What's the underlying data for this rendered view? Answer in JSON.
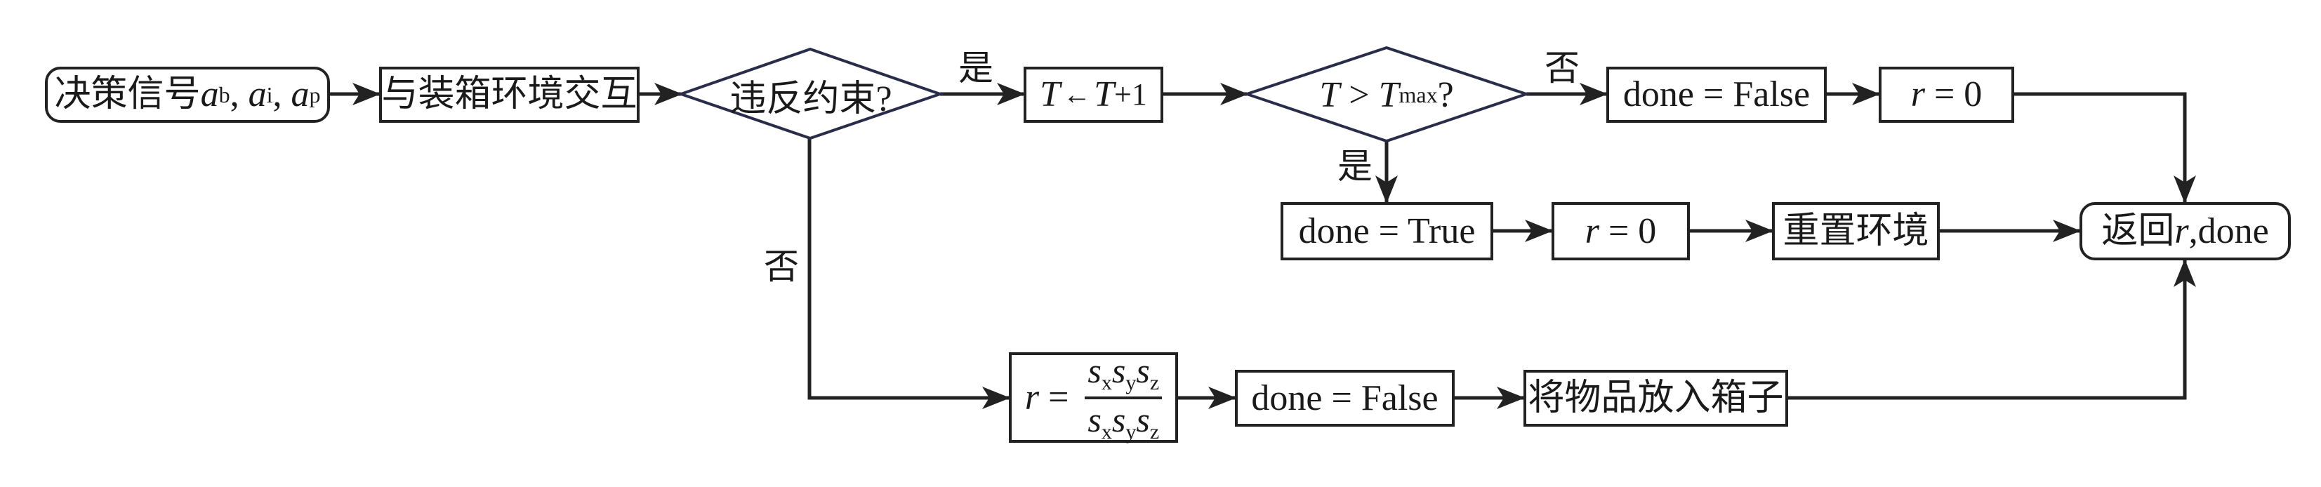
{
  "diagram": {
    "type": "flowchart",
    "nodes": {
      "start": {
        "text": "决策信号",
        "vars": [
          "a",
          "a",
          "a"
        ],
        "subs": [
          "b",
          "i",
          "p"
        ],
        "sep": ", "
      },
      "interact": {
        "text": "与装箱环境交互"
      },
      "check_violation": {
        "text": "违反约束?"
      },
      "increment": {
        "lhs": "T",
        "op": "←",
        "rhs": "T",
        "plus": "+1"
      },
      "check_tmax": {
        "lhs": "T",
        "op": " > ",
        "rhs": "T",
        "sub": "max",
        "q": "?"
      },
      "done_false_top": {
        "text": "done = False"
      },
      "r_zero_top": {
        "var": "r",
        "rest": " = 0"
      },
      "done_true": {
        "text": "done = True"
      },
      "r_zero_mid": {
        "var": "r",
        "rest": " = 0"
      },
      "reset_env": {
        "text": "重置环境"
      },
      "return": {
        "prefix": "返回",
        "var": "r",
        "suffix": ",done"
      },
      "reward_fraction": {
        "var": "r",
        "eq": " = ",
        "num": {
          "vars": [
            "s",
            "s",
            "s"
          ],
          "subs": [
            "x",
            "y",
            "z"
          ]
        },
        "den": {
          "vars": [
            "s",
            "s",
            "s"
          ],
          "subs": [
            "x",
            "y",
            "z"
          ]
        }
      },
      "done_false_bottom": {
        "text": "done = False"
      },
      "place_item": {
        "text": "将物品放入箱子"
      }
    },
    "edge_labels": {
      "violation_yes": "是",
      "violation_no": "否",
      "tmax_no": "否",
      "tmax_yes": "是"
    }
  }
}
